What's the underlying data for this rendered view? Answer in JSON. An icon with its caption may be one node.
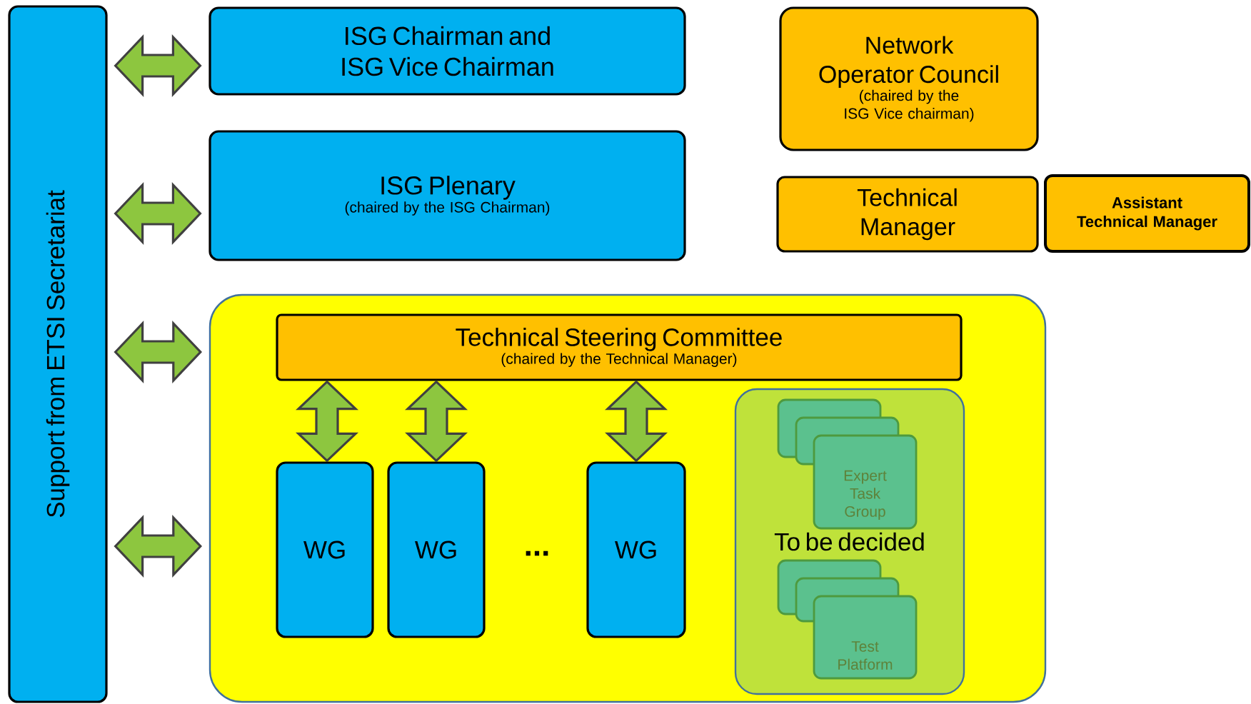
{
  "diagram": {
    "nodes": [
      {
        "text": [
          "Support from ETSI Secretariat"
        ]
      },
      {
        "text": [
          "ISG Chairman and ISG Vice Chairman"
        ]
      },
      {
        "text": [
          "ISG Plenary",
          "(chaired by the ISG Chairman)"
        ]
      },
      {
        "text": [
          "Network Operator Council",
          "(chaired by the ISG Vice chairman)"
        ]
      },
      {
        "text": [
          "Technical Manager"
        ]
      },
      {
        "text": [
          "Assistant Technical Manager"
        ]
      },
      {
        "text": [],
        "shape": "box"
      },
      {
        "text": [
          "Technical Steering Committee",
          "(chaired by the Technical Manager)"
        ],
        "in": 6
      },
      {
        "text": [
          "WG"
        ],
        "in": 6
      },
      {
        "text": [
          "WG"
        ],
        "in": 6
      },
      {
        "text": [
          "WG"
        ],
        "in": 6
      },
      {
        "text": [
          "To be decided"
        ],
        "in": 6
      },
      {
        "text": [],
        "shape": "box",
        "in": 11
      },
      {
        "text": [],
        "shape": "box",
        "in": 11
      },
      {
        "text": [
          "Expert Task Group"
        ],
        "in": 11
      },
      {
        "text": [],
        "shape": "box",
        "in": 11
      },
      {
        "text": [],
        "shape": "box",
        "in": 11
      },
      {
        "text": [
          "Test Platform"
        ],
        "in": 11
      }
    ],
    "edges": [
      {
        "from": 0,
        "to": 1,
        "arrow": "both"
      },
      {
        "from": 0,
        "to": 2,
        "arrow": "both"
      },
      {
        "from": 0,
        "to": 6,
        "arrow": "both"
      },
      {
        "from": 0,
        "to": 6,
        "arrow": "both"
      },
      {
        "from": 7,
        "to": 8,
        "arrow": "both"
      },
      {
        "from": 7,
        "to": 9,
        "arrow": "both"
      },
      {
        "from": 7,
        "to": 10,
        "arrow": "both"
      }
    ],
    "labels": [
      "..."
    ]
  }
}
